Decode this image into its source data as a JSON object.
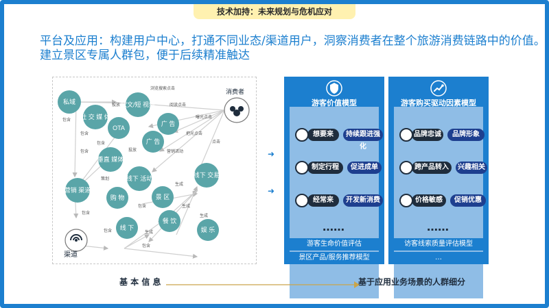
{
  "top_badge": "技术加持：未来规划与危机应对",
  "headline": {
    "line1": "平台及应用：构建用户中心，打通不同业态/渠道用户，洞察消费者在整个旅游消费链路中的价值。",
    "line2": "建立景区专属人群包，便于后续精准触达"
  },
  "diagram": {
    "consumer_label": "消费者",
    "channel_label": "渠道",
    "nodes": [
      {
        "id": "private",
        "label": "私域"
      },
      {
        "id": "social",
        "label": "社\n交\n媒\n体"
      },
      {
        "id": "content",
        "label": "软文/短\n视频"
      },
      {
        "id": "ota",
        "label": "OTA"
      },
      {
        "id": "ad1",
        "label": "广\n告"
      },
      {
        "id": "ad2",
        "label": "广\n告"
      },
      {
        "id": "vertical",
        "label": "垂直\n媒体"
      },
      {
        "id": "marketing",
        "label": "营销\n渠道"
      },
      {
        "id": "offline_activity",
        "label": "线下\n活动"
      },
      {
        "id": "offline_trade",
        "label": "线下\n交易"
      },
      {
        "id": "shopping",
        "label": "购\n物"
      },
      {
        "id": "scenic",
        "label": "景\n区"
      },
      {
        "id": "offline",
        "label": "线\n下"
      },
      {
        "id": "dining",
        "label": "餐\n饮"
      },
      {
        "id": "entertainment",
        "label": "娱\n乐"
      }
    ],
    "edge_labels": [
      "浏览搜索点击",
      "阅读点击",
      "投放",
      "投放",
      "包含",
      "包含",
      "包含",
      "包含",
      "曝光点击",
      "把光点击",
      "点击",
      "营销活动",
      "策划",
      "生成",
      "生成",
      "包含",
      "生成",
      "包含",
      "生成",
      "包含",
      "包含"
    ]
  },
  "panel_left": {
    "title": "游客价值模型",
    "rows": [
      {
        "left": "想要来",
        "right": "持续跟进强化"
      },
      {
        "left": "制定行程",
        "right": "促进成单"
      },
      {
        "left": "经常来",
        "right": "开发新消费"
      }
    ],
    "dots": "……",
    "sub1": "游客生命价值评估",
    "sub2": "景区产品/服务推荐模型"
  },
  "panel_right": {
    "title": "游客购买驱动因素模型",
    "rows": [
      {
        "left": "品牌忠诚",
        "right": "品牌形象"
      },
      {
        "left": "跨产品转入",
        "right": "兴趣相关"
      },
      {
        "left": "价格敏感",
        "right": "促销优惠"
      }
    ],
    "dots": "……",
    "sub1": "访客线索质量评估模型",
    "sub2": "…"
  },
  "footer": {
    "left": "基 本 信 息",
    "right": "基于应用业务场景的人群细分"
  },
  "colors": {
    "accent": "#1c7fcf",
    "node": "#5aa5a8",
    "badge": "#fff1b0",
    "panel_bg": "#8fbde6",
    "pill_dark": "#1f2d3d",
    "pill_blue": "#1e3f8f"
  }
}
